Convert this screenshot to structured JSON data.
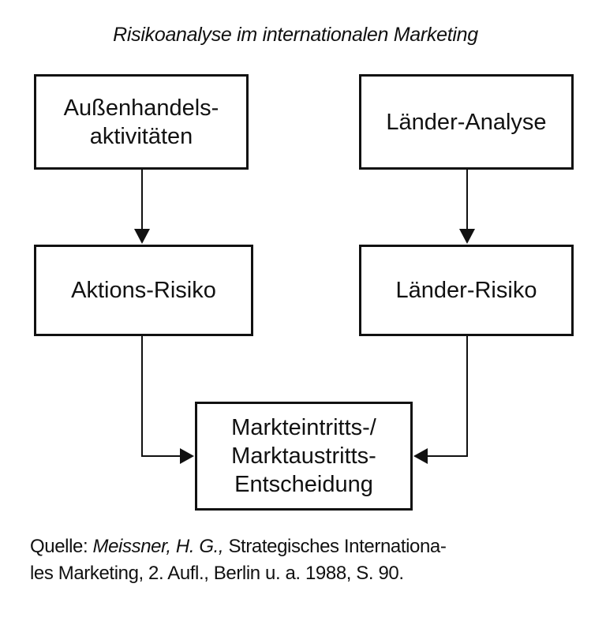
{
  "diagram": {
    "title": "Risikoanalyse im internationalen Marketing",
    "nodes": {
      "aussenhandel": {
        "lines": [
          "Außenhandels-",
          "aktivitäten"
        ]
      },
      "laender_analyse": {
        "lines": [
          "Länder-Analyse"
        ]
      },
      "aktions_risiko": {
        "lines": [
          "Aktions-Risiko"
        ]
      },
      "laender_risiko": {
        "lines": [
          "Länder-Risiko"
        ]
      },
      "entscheidung": {
        "lines": [
          "Markteintritts-/",
          "Marktaustritts-",
          "Entscheidung"
        ]
      }
    },
    "edges": [
      {
        "from": "aussenhandel",
        "to": "aktions_risiko"
      },
      {
        "from": "laender_analyse",
        "to": "laender_risiko"
      },
      {
        "from": "aktions_risiko",
        "to": "entscheidung"
      },
      {
        "from": "laender_risiko",
        "to": "entscheidung"
      }
    ]
  },
  "source": {
    "prefix": "Quelle: ",
    "author": "Meissner, H. G.,",
    "line1_rest": " Strategisches Internationa-",
    "line2": "les Marketing, 2. Aufl., Berlin u. a. 1988, S. 90."
  }
}
